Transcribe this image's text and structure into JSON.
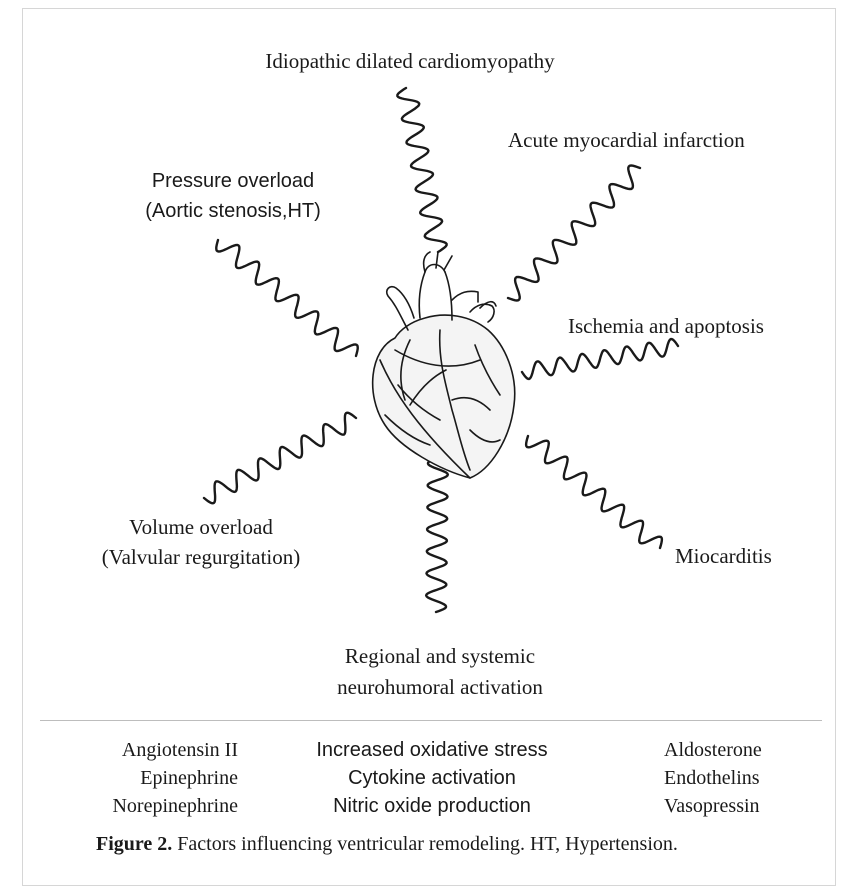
{
  "causes": {
    "idiopathic": "Idiopathic dilated cardiomyopathy",
    "acute_mi": "Acute myocardial infarction",
    "pressure_line1": "Pressure overload",
    "pressure_line2": "(Aortic stenosis,HT)",
    "ischemia": "Ischemia and apoptosis",
    "volume_line1": "Volume overload",
    "volume_line2": "(Valvular regurgitation)",
    "miocarditis": "Miocarditis",
    "neuro_line1": "Regional and systemic",
    "neuro_line2": "neurohumoral activation"
  },
  "mediators": {
    "left": [
      "Angiotensin II",
      "Epinephrine",
      "Norepinephrine"
    ],
    "center": [
      "Increased oxidative stress",
      "Cytokine activation",
      "Nitric oxide production"
    ],
    "right": [
      "Aldosterone",
      "Endothelins",
      "Vasopressin"
    ]
  },
  "caption": {
    "label": "Figure 2.",
    "text": " Factors influencing ventricular remodeling. HT, Hypertension."
  },
  "icons": {
    "heart": "heart-sketch-icon"
  }
}
